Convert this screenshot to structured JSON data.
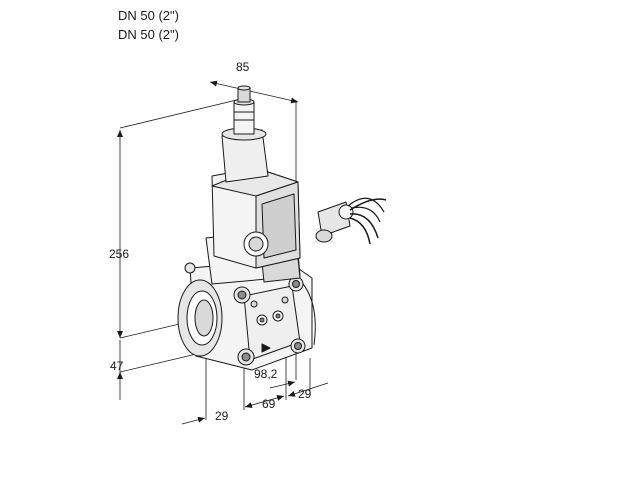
{
  "header": {
    "line1": "DN 50 (2\")",
    "line2": "DN 50 (2\")"
  },
  "dimensions": {
    "top_width": "85",
    "height_total": "256",
    "height_lower": "47",
    "base_left": "29",
    "base_mid": "69",
    "right_offset": "98,2",
    "right_end": "29"
  },
  "colors": {
    "line": "#1a1a1a",
    "body_fill": "#f4f4f4",
    "shade": "#d9d9d9",
    "dark": "#8c8c8c"
  }
}
